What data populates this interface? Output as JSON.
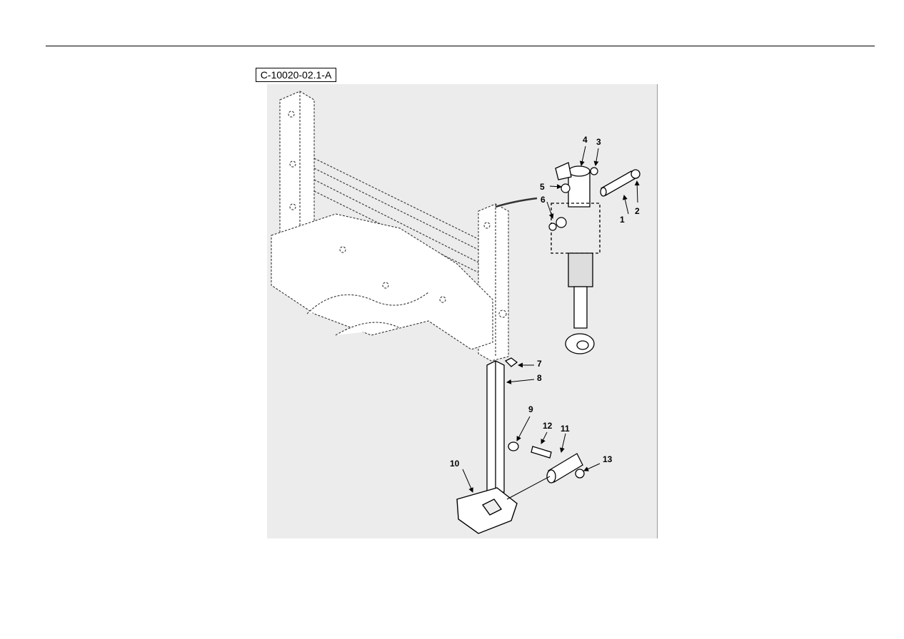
{
  "figure": {
    "id_label": "C-10020-02.1-A",
    "callouts": [
      {
        "key": "c1",
        "label": "1"
      },
      {
        "key": "c2",
        "label": "2"
      },
      {
        "key": "c3",
        "label": "3"
      },
      {
        "key": "c4",
        "label": "4"
      },
      {
        "key": "c5",
        "label": "5"
      },
      {
        "key": "c6",
        "label": "6"
      },
      {
        "key": "c7",
        "label": "7"
      },
      {
        "key": "c8",
        "label": "8"
      },
      {
        "key": "c9",
        "label": "9"
      },
      {
        "key": "c10",
        "label": "10"
      },
      {
        "key": "c11",
        "label": "11"
      },
      {
        "key": "c12",
        "label": "12"
      },
      {
        "key": "c13",
        "label": "13"
      }
    ]
  }
}
